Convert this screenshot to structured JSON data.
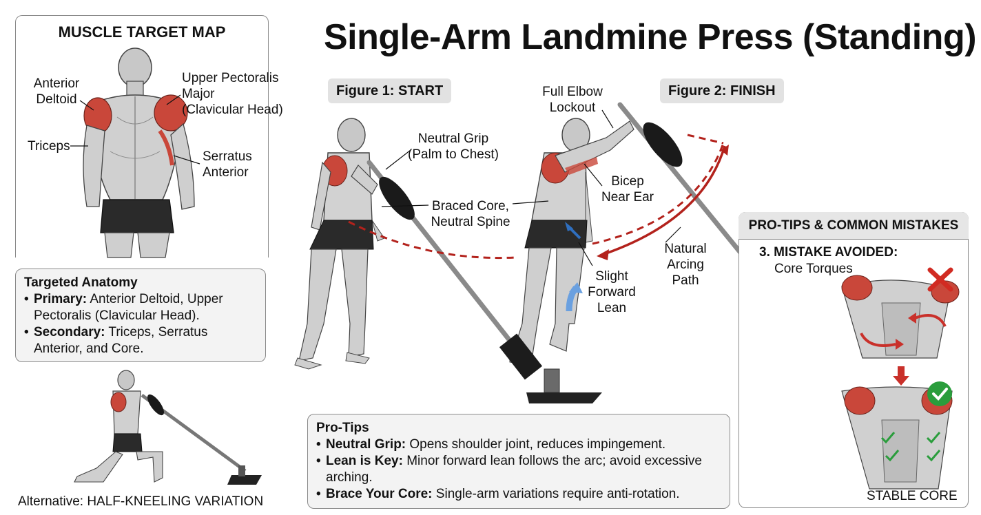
{
  "title": "Single-Arm Landmine Press (Standing)",
  "muscle_map": {
    "heading": "MUSCLE TARGET MAP",
    "labels": {
      "anterior_deltoid": "Anterior\nDeltoid",
      "upper_pec": "Upper Pectoralis\nMajor\n(Clavicular Head)",
      "triceps": "Triceps",
      "serratus": "Serratus\nAnterior"
    }
  },
  "anatomy_box": {
    "heading": "Targeted Anatomy",
    "primary_label": "Primary:",
    "primary_text": "Anterior Deltoid, Upper Pectoralis (Clavicular Head).",
    "secondary_label": "Secondary:",
    "secondary_text": "Triceps, Serratus Anterior, and Core."
  },
  "alternative": "Alternative: HALF-KNEELING VARIATION",
  "figure1": {
    "tag": "Figure 1: START",
    "labels": {
      "neutral_grip": "Neutral Grip\n(Palm to Chest)",
      "braced_core": "Braced Core,\nNeutral Spine"
    }
  },
  "figure2": {
    "tag": "Figure 2: FINISH",
    "labels": {
      "full_elbow": "Full Elbow\nLockout",
      "bicep": "Bicep\nNear Ear",
      "slight_lean": "Slight\nForward\nLean",
      "arc_path": "Natural\nArcing\nPath"
    }
  },
  "pro_tips": {
    "heading": "Pro-Tips",
    "items": [
      {
        "label": "Neutral Grip:",
        "text": "Opens shoulder joint, reduces impingement."
      },
      {
        "label": "Lean is Key:",
        "text": "Minor forward lean follows the arc; avoid excessive arching."
      },
      {
        "label": "Brace Your Core:",
        "text": "Single-arm variations require anti-rotation."
      }
    ]
  },
  "mistakes": {
    "heading": "PRO-TIPS & COMMON MISTAKES",
    "mistake_title": "3. MISTAKE AVOIDED:",
    "mistake_sub": "Core Torques",
    "stable": "STABLE CORE"
  },
  "colors": {
    "muscle_red": "#c9473a",
    "arc_red": "#b3221c",
    "lean_blue": "#2f6fbf",
    "check_green": "#2a9d3c",
    "cross_red": "#d12b22"
  }
}
